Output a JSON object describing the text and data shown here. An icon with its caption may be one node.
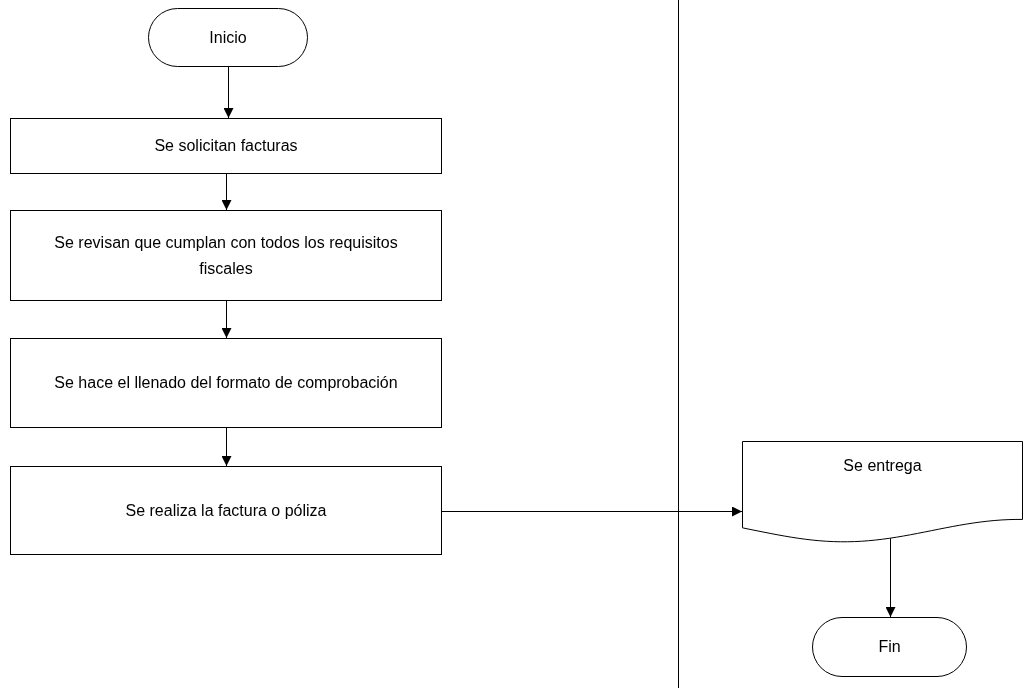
{
  "diagram": {
    "nodes": [
      {
        "text": [
          "Inicio"
        ]
      },
      {
        "text": [
          "Se solicitan facturas"
        ]
      },
      {
        "text": [
          "Se revisan que cumplan con todos los requisitos fiscales"
        ]
      },
      {
        "text": [
          "Se hace el llenado del formato de comprobación"
        ]
      },
      {
        "text": [
          "Se realiza la factura o póliza"
        ]
      },
      {
        "text": [
          "Se entrega"
        ]
      },
      {
        "text": [
          "Fin"
        ]
      }
    ],
    "edges": [
      {
        "from": 0,
        "to": 1,
        "arrow": "to"
      },
      {
        "from": 1,
        "to": 2,
        "arrow": "to"
      },
      {
        "from": 2,
        "to": 3,
        "arrow": "to"
      },
      {
        "from": 3,
        "to": 4,
        "arrow": "to"
      },
      {
        "from": 4,
        "to": 5,
        "arrow": "to"
      },
      {
        "from": 5,
        "to": 6,
        "arrow": "to"
      }
    ]
  }
}
